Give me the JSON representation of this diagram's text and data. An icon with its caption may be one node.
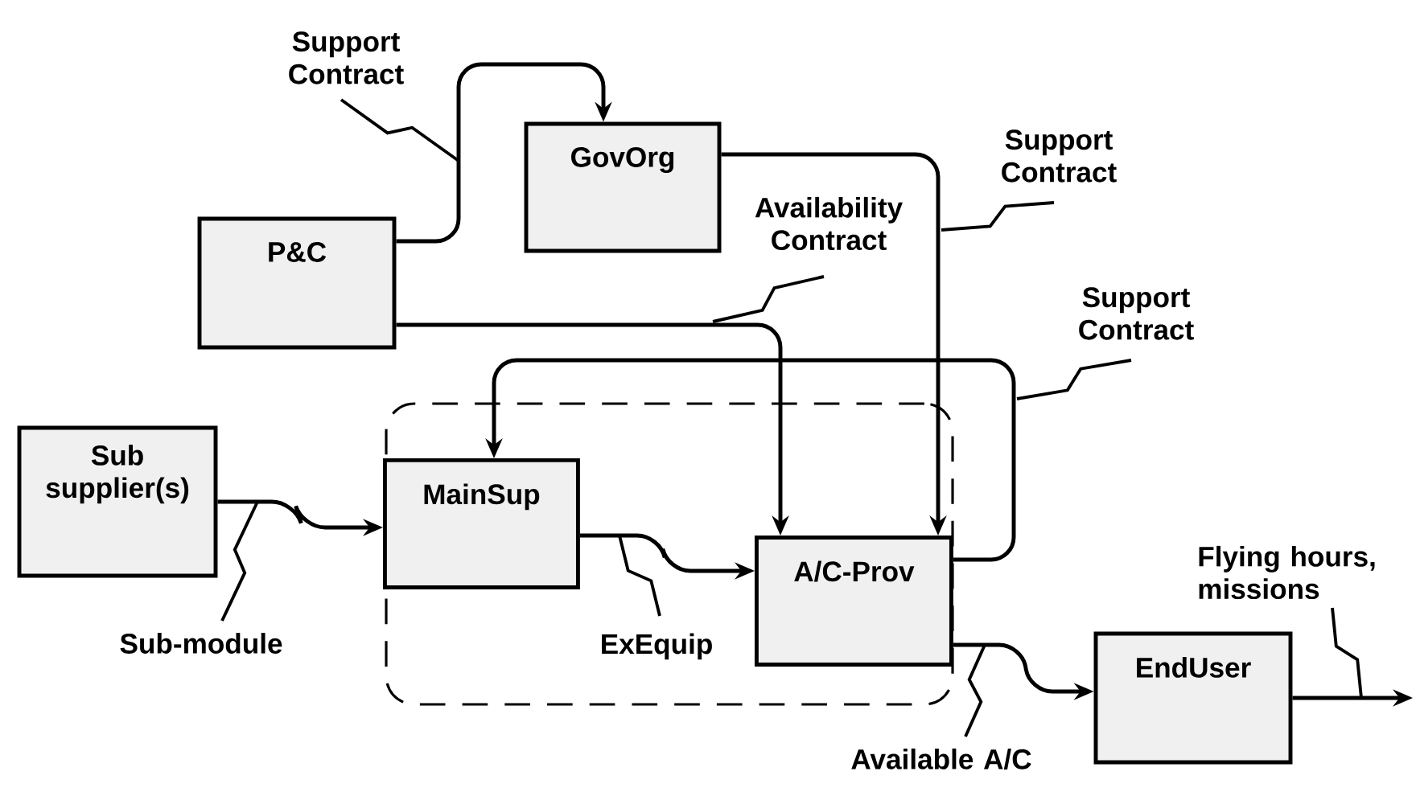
{
  "diagram": {
    "nodes": [
      {
        "text": [
          "P&C"
        ]
      },
      {
        "text": [
          "GovOrg"
        ]
      },
      {
        "text": [
          "Sub supplier(s)"
        ]
      },
      {
        "text": [],
        "shape": "box"
      },
      {
        "text": [
          "MainSup"
        ],
        "in": 3
      },
      {
        "text": [
          "A/C-Prov"
        ],
        "in": 3
      },
      {
        "text": [
          "EndUser"
        ]
      }
    ],
    "edges": [
      {
        "from": 0,
        "to": 1,
        "arrow": "to",
        "label": "Support Contract"
      },
      {
        "from": 0,
        "to": 5,
        "arrow": "to",
        "label": "Availability Contract"
      },
      {
        "from": 1,
        "to": 5,
        "arrow": "to",
        "label": "Support Contract"
      },
      {
        "from": 5,
        "to": 4,
        "arrow": "to",
        "label": "Support Contract"
      },
      {
        "from": 2,
        "to": 4,
        "arrow": "to",
        "label": "Sub-module"
      },
      {
        "from": 4,
        "to": 5,
        "arrow": "to",
        "label": "ExEquip"
      },
      {
        "from": 5,
        "to": 6,
        "arrow": "to",
        "label": "Available A/C"
      },
      {
        "from": 6,
        "to": null,
        "arrow": "to",
        "label": "Flying hours, missions"
      }
    ]
  }
}
